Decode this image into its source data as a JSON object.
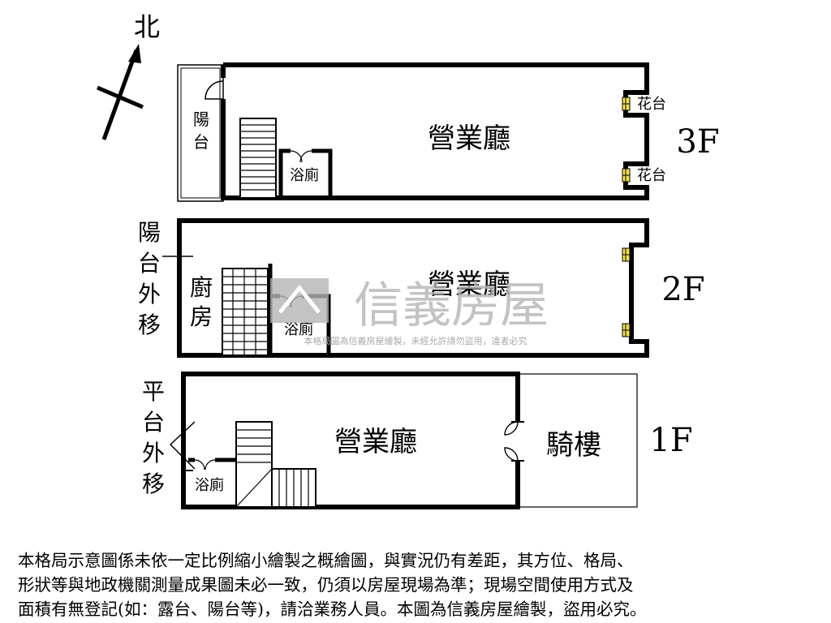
{
  "compass": {
    "north": "北"
  },
  "floor3": {
    "floor": "3F",
    "main_room": "營業廳",
    "balcony": "陽台",
    "bathroom": "浴廁",
    "planter_top": "花台",
    "planter_bottom": "花台"
  },
  "floor2": {
    "floor": "2F",
    "main_room": "營業廳",
    "kitchen": "廚房",
    "bathroom": "浴廁",
    "side_note": "陽台外移"
  },
  "floor1": {
    "floor": "1F",
    "main_room": "營業廳",
    "arcade": "騎樓",
    "bathroom": "浴廁",
    "side_note": "平台外移"
  },
  "watermark": {
    "brand": "信義房屋",
    "notice": "本格局圖為信義房屋繪製，未經允許請勿盜用，違者必究"
  },
  "disclaimer": {
    "line1": "本格局示意圖係未依一定比例縮小繪製之概繪圖，與實況仍有差距，其方位、格局、",
    "line2": "形狀等與地政機關測量成果圖未必一致，仍須以房屋現場為準；現場空間使用方式及",
    "line3": "面積有無登記(如：露台、陽台等)，請洽業務人員。本圖為信義房屋繪製，盜用必究。"
  }
}
